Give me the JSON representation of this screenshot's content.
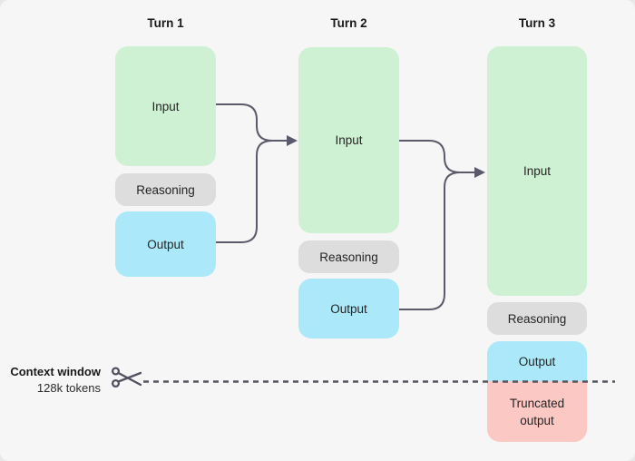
{
  "diagram": {
    "title_hidden": "",
    "turns": [
      {
        "title": "Turn 1",
        "input_label": "Input",
        "reasoning_label": "Reasoning",
        "output_label": "Output"
      },
      {
        "title": "Turn 2",
        "input_label": "Input",
        "reasoning_label": "Reasoning",
        "output_label": "Output"
      },
      {
        "title": "Turn 3",
        "input_label": "Input",
        "reasoning_label": "Reasoning",
        "output_label": "Output",
        "truncated_label": "Truncated output"
      }
    ],
    "context_window": {
      "label": "Context window",
      "sublabel": "128k tokens"
    },
    "icons": {
      "scissors": "scissors-icon",
      "arrowhead": "arrowhead-icon"
    },
    "colors": {
      "background": "#f6f6f6",
      "input_box": "#cff1d3",
      "reasoning_box": "#dddddd",
      "output_box": "#abe9fa",
      "truncated_box": "#fcc8c3",
      "connector": "#5a5a6b",
      "dashed_line": "#55555f",
      "text": "#1a1a1a"
    }
  }
}
